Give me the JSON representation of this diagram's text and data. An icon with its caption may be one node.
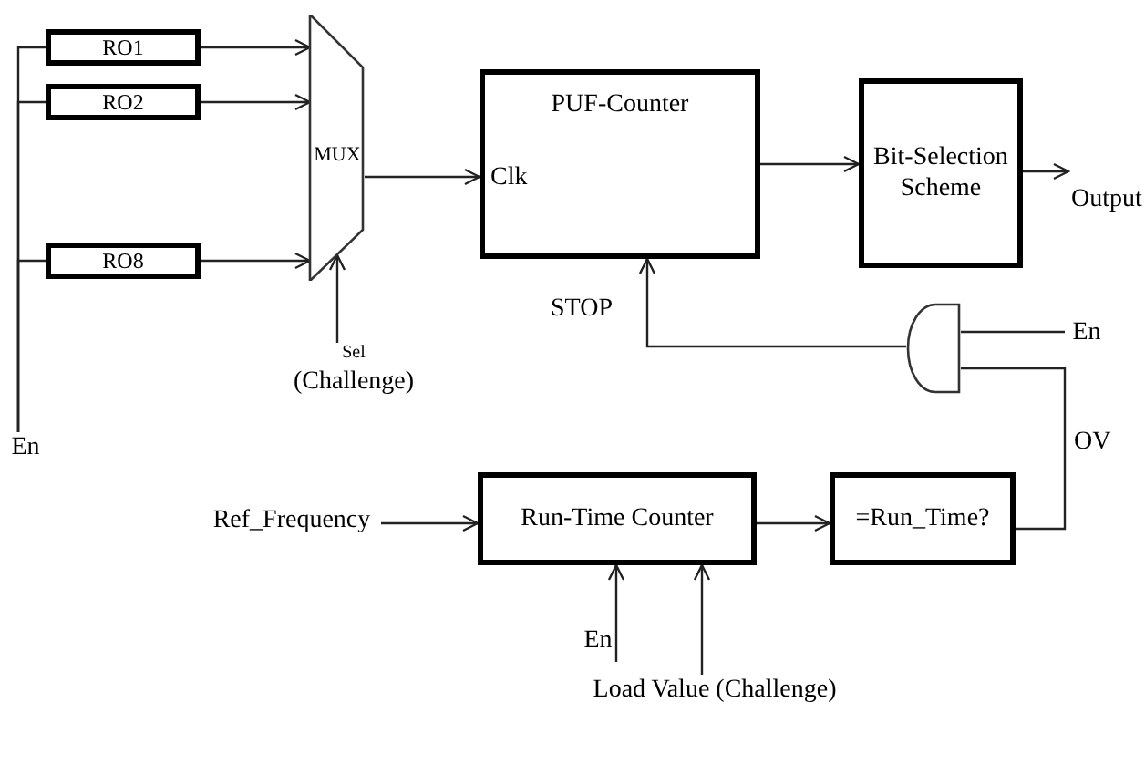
{
  "diagram": {
    "nodes": [
      {
        "text": [
          "RO1"
        ]
      },
      {
        "text": [
          "RO2"
        ]
      },
      {
        "text": [
          "RO8"
        ]
      },
      {
        "text": [
          "MUX"
        ]
      },
      {
        "text": [
          "PUF-Counter",
          "Clk"
        ]
      },
      {
        "text": [
          "Bit-Selection Scheme"
        ]
      },
      {
        "text": [
          "Output"
        ]
      },
      {
        "text": [],
        "shape": "gate"
      },
      {
        "text": [
          "En"
        ]
      },
      {
        "text": [
          "En"
        ]
      },
      {
        "text": [
          "Sel",
          "(Challenge)"
        ]
      },
      {
        "text": [
          "Ref_Frequency"
        ]
      },
      {
        "text": [
          "Run-Time  Counter"
        ]
      },
      {
        "text": [
          "=Run_Time?"
        ]
      },
      {
        "text": [
          "En"
        ]
      },
      {
        "text": [
          "Load Value (Challenge)"
        ]
      }
    ],
    "edges": [
      {
        "from": 9,
        "to": 0,
        "arrow": "none"
      },
      {
        "from": 9,
        "to": 1,
        "arrow": "none"
      },
      {
        "from": 9,
        "to": 2,
        "arrow": "none"
      },
      {
        "from": 0,
        "to": 3,
        "arrow": "to"
      },
      {
        "from": 1,
        "to": 3,
        "arrow": "to"
      },
      {
        "from": 2,
        "to": 3,
        "arrow": "to"
      },
      {
        "from": 10,
        "to": 3,
        "arrow": "to"
      },
      {
        "from": 3,
        "to": 4,
        "arrow": "to"
      },
      {
        "from": 4,
        "to": 5,
        "arrow": "to"
      },
      {
        "from": 5,
        "to": 6,
        "arrow": "to"
      },
      {
        "from": 7,
        "to": 4,
        "arrow": "to",
        "label": "STOP"
      },
      {
        "from": 8,
        "to": 7,
        "arrow": "none"
      },
      {
        "from": 13,
        "to": 7,
        "arrow": "none",
        "label": "OV"
      },
      {
        "from": 11,
        "to": 12,
        "arrow": "to"
      },
      {
        "from": 12,
        "to": 13,
        "arrow": "to"
      },
      {
        "from": 14,
        "to": 12,
        "arrow": "to"
      },
      {
        "from": 15,
        "to": 12,
        "arrow": "to"
      }
    ]
  }
}
